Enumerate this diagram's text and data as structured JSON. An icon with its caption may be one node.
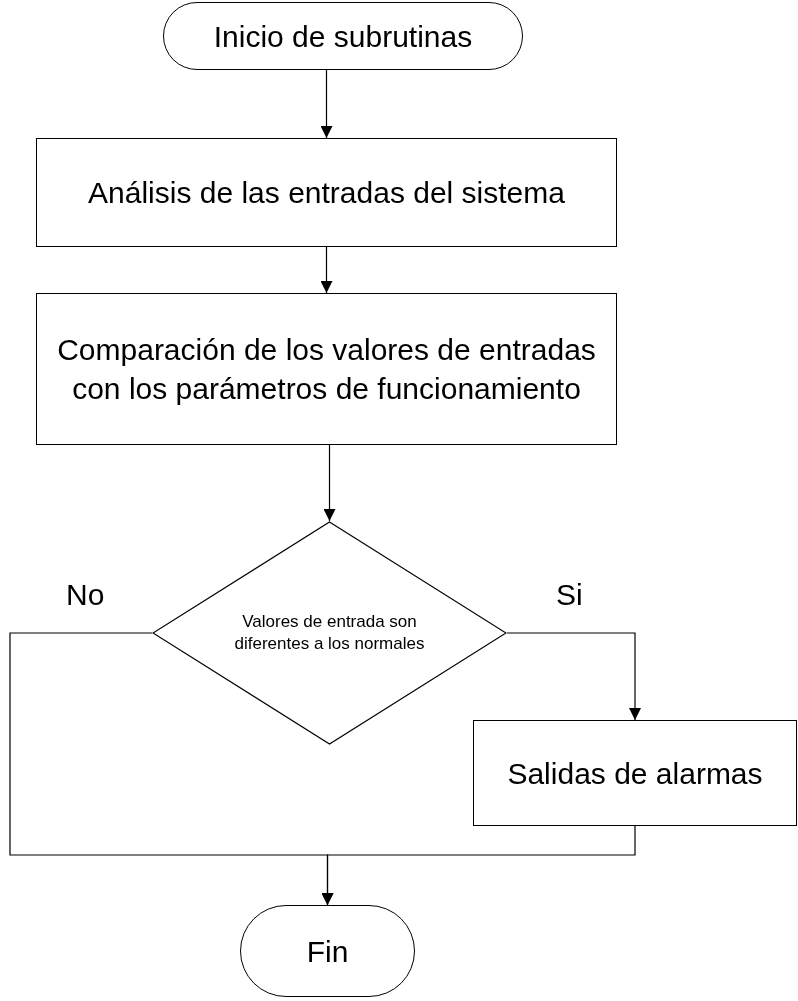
{
  "diagram": {
    "nodes": [
      {
        "text": [
          "Inicio de subrutinas"
        ]
      },
      {
        "text": [
          "Análisis de las entradas del sistema"
        ]
      },
      {
        "text": [
          "Comparación de los valores de entradas con los parámetros de funcionamiento"
        ]
      },
      {
        "text": [
          "Valores de entrada son diferentes a los normales"
        ]
      },
      {
        "text": [
          "Salidas de alarmas"
        ]
      },
      {
        "text": [
          "Fin"
        ]
      }
    ],
    "edges": [
      {
        "from": 0,
        "to": 1,
        "arrow": "to"
      },
      {
        "from": 1,
        "to": 2,
        "arrow": "to"
      },
      {
        "from": 2,
        "to": 3,
        "arrow": "to"
      },
      {
        "from": 3,
        "to": 4,
        "arrow": "to",
        "label": "Si"
      },
      {
        "from": 3,
        "to": 5,
        "arrow": "to",
        "label": "No"
      },
      {
        "from": 4,
        "to": 5,
        "arrow": "to"
      }
    ]
  }
}
